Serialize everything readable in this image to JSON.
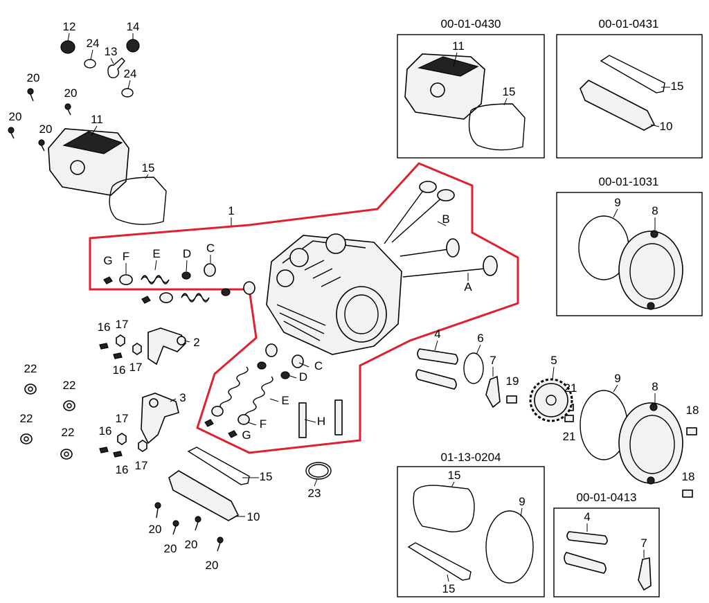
{
  "kits": [
    {
      "code": "00-01-0430",
      "labels": [
        "11",
        "15"
      ]
    },
    {
      "code": "00-01-0431",
      "labels": [
        "15",
        "10"
      ]
    },
    {
      "code": "00-01-1031",
      "labels": [
        "9",
        "8"
      ]
    },
    {
      "code": "01-13-0204",
      "labels": [
        "15",
        "9",
        "15"
      ]
    },
    {
      "code": "00-01-0413",
      "labels": [
        "4",
        "7"
      ]
    }
  ],
  "callouts": [
    "12",
    "14",
    "24",
    "13",
    "24",
    "20",
    "20",
    "20",
    "20",
    "11",
    "15",
    "1",
    "G",
    "F",
    "E",
    "D",
    "C",
    "B",
    "A",
    "16",
    "17",
    "16",
    "17",
    "2",
    "3",
    "17",
    "16",
    "16",
    "17",
    "22",
    "22",
    "22",
    "22",
    "C",
    "D",
    "E",
    "F",
    "G",
    "H",
    "4",
    "6",
    "7",
    "19",
    "5",
    "21",
    "21",
    "9",
    "8",
    "18",
    "18",
    "15",
    "10",
    "20",
    "20",
    "20",
    "20",
    "23"
  ],
  "colors": {
    "highlight": "#e0202e",
    "line": "#000000",
    "fill": "#f2f2f2"
  }
}
